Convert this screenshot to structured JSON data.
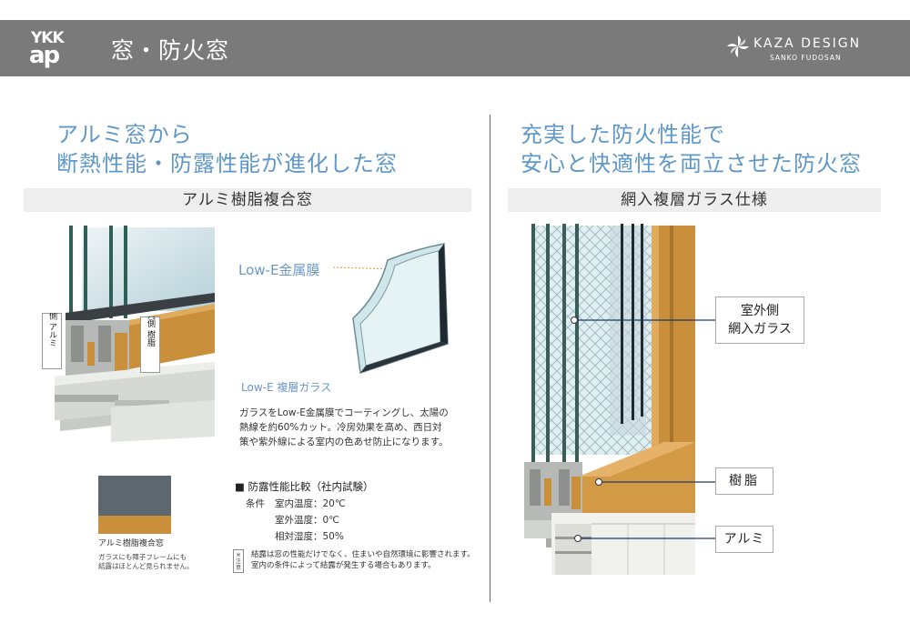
{
  "header": {
    "brand_top": "YKK",
    "brand_bottom": "ap",
    "title": "窓・防火窓",
    "partner_name": "KAZA DESIGN",
    "partner_sub": "SANKO FUDOSAN",
    "bar_color": "#7a7a7a"
  },
  "left": {
    "headline_line1": "アルミ窓から",
    "headline_line2": "断熱性能・防露性能が進化した窓",
    "section_title": "アルミ樹脂複合窓",
    "label_outdoor": "室外側 アルミ",
    "label_indoor": "室内側 樹脂",
    "low_e_film": "Low-E金属膜",
    "low_e_glass": "Low-E 複層ガラス",
    "glass_desc_1": "ガラスをLow-E金属膜でコーティングし、太陽の",
    "glass_desc_2": "熱線を約60%カット。冷房効果を高め、西日対",
    "glass_desc_3": "策や紫外線による室内の色あせ防止になります。",
    "swatch_label": "アルミ樹脂複合窓",
    "swatch_desc_1": "ガラスにも障子フレームにも",
    "swatch_desc_2": "結露はほとんど見られません。",
    "comparison": {
      "title": "■ 防露性能比較（社内試験）",
      "cond_label": "条件",
      "indoor_temp": "室内温度：20℃",
      "outdoor_temp": "室外温度：0℃",
      "humidity": "相対湿度：50%"
    },
    "note_mark": "※注意",
    "note_1": "結露は窓の性能だけでなく、住まいや自然環境に影響されます。",
    "note_2": "室内の条件によって結露が発生する場合もあります。"
  },
  "right": {
    "headline_line1": "充実した防火性能で",
    "headline_line2": "安心と快適性を両立させた防火窓",
    "section_title": "網入複層ガラス仕様",
    "callout_glass_1": "室外側",
    "callout_glass_2": "網入ガラス",
    "callout_resin": "樹脂",
    "callout_alumi": "アルミ"
  },
  "colors": {
    "headline": "#5f98c8",
    "resin": "#c98f3a",
    "alumi": "#c9ccc8",
    "glass": "#cfe3ea"
  }
}
